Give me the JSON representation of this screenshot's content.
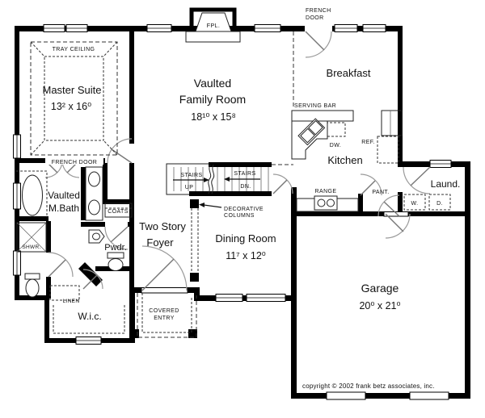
{
  "plan": {
    "rooms": {
      "master_suite": {
        "name": "Master Suite",
        "dims": "13² x 16⁰"
      },
      "family_room": {
        "line1": "Vaulted",
        "line2": "Family Room",
        "dims": "18¹⁰ x 15⁸"
      },
      "breakfast": {
        "name": "Breakfast"
      },
      "kitchen": {
        "name": "Kitchen"
      },
      "dining_room": {
        "name": "Dining Room",
        "dims": "11⁷ x 12⁰"
      },
      "foyer": {
        "line1": "Two Story",
        "line2": "Foyer"
      },
      "master_bath": {
        "line1": "Vaulted",
        "line2": "M.Bath"
      },
      "powder": {
        "name": "Pwdr."
      },
      "wic": {
        "name": "W.i.c."
      },
      "laundry": {
        "name": "Laund."
      },
      "garage": {
        "name": "Garage",
        "dims": "20⁰ x 21⁰"
      }
    },
    "labels": {
      "tray_ceiling": "TRAY CEILING",
      "fpl": "FPL.",
      "french_door_top_1": "FRENCH",
      "french_door_top_2": "DOOR",
      "french_door_master": "FRENCH DOOR",
      "serving_bar": "SERVING BAR",
      "dw": "DW.",
      "ref": "REF.",
      "range": "RANGE",
      "pantry": "PANT.",
      "washer": "W.",
      "dryer": "D.",
      "stairs_up_1": "STAIRS",
      "stairs_up_2": "UP",
      "stairs_dn_1": "STAIRS",
      "stairs_dn_2": "DN.",
      "decorative_1": "DECORATIVE",
      "decorative_2": "COLUMNS",
      "coats": "COATS",
      "shower": "SHWR.",
      "linen": "LINEN",
      "covered_entry_1": "COVERED",
      "covered_entry_2": "ENTRY"
    },
    "copyright": "copyright © 2002 frank betz associates, inc.",
    "colors": {
      "wall": "#000000",
      "line": "#222222",
      "door": "#9a9a9a",
      "background": "#ffffff"
    }
  }
}
